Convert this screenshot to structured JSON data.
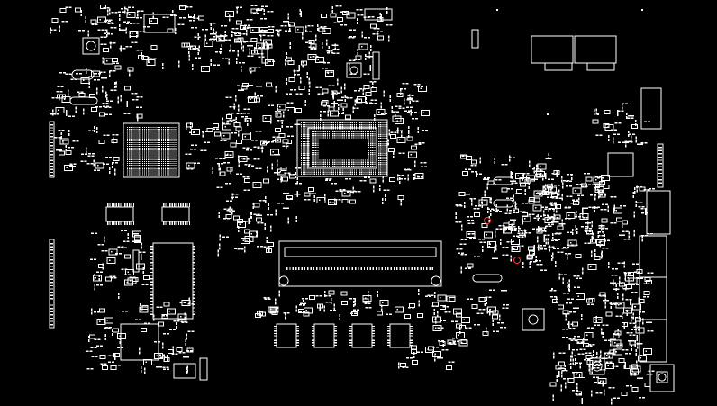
{
  "viewer": {
    "background_color": "#000000",
    "outline_color": "#ffffff",
    "highlight_color": "#ff3b30"
  },
  "board": {
    "components": [
      {
        "name": "cpu-bga",
        "kind": "bga"
      },
      {
        "name": "gpu-bga",
        "kind": "bga"
      },
      {
        "name": "memory-slot",
        "kind": "connector"
      },
      {
        "name": "usb-port-left",
        "kind": "connector"
      },
      {
        "name": "usb-port-right",
        "kind": "connector"
      },
      {
        "name": "io-port-stack",
        "kind": "connector"
      },
      {
        "name": "flash-ic",
        "kind": "ic"
      },
      {
        "name": "sodimm-chips",
        "kind": "ic"
      }
    ],
    "highlighted_pins": 2
  }
}
